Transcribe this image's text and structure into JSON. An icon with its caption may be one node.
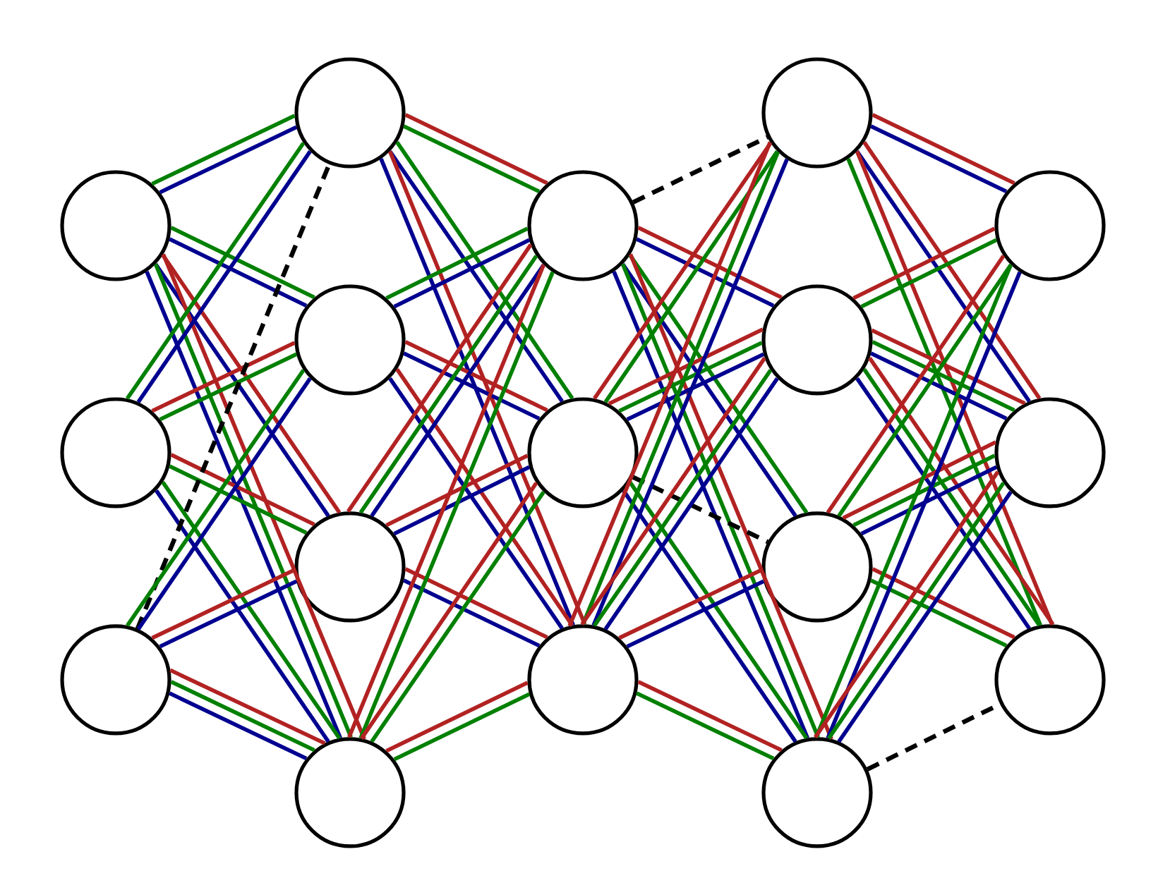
{
  "diagram": {
    "nodes": [
      {
        "text": [],
        "shape": "circle"
      },
      {
        "text": [],
        "shape": "circle"
      },
      {
        "text": [],
        "shape": "circle"
      },
      {
        "text": [],
        "shape": "circle"
      },
      {
        "text": [],
        "shape": "circle"
      },
      {
        "text": [],
        "shape": "circle"
      },
      {
        "text": [],
        "shape": "circle"
      },
      {
        "text": [],
        "shape": "circle"
      },
      {
        "text": [],
        "shape": "circle"
      },
      {
        "text": [],
        "shape": "circle"
      },
      {
        "text": [],
        "shape": "circle"
      },
      {
        "text": [],
        "shape": "circle"
      },
      {
        "text": [],
        "shape": "circle"
      },
      {
        "text": [],
        "shape": "circle"
      },
      {
        "text": [],
        "shape": "circle"
      },
      {
        "text": [],
        "shape": "circle"
      },
      {
        "text": [],
        "shape": "circle"
      }
    ],
    "edges": [
      {
        "from": 0,
        "to": 3,
        "arrow": "none",
        "color": "#000090"
      },
      {
        "from": 0,
        "to": 3,
        "arrow": "none",
        "color": "#008000"
      },
      {
        "from": 0,
        "to": 4,
        "arrow": "none",
        "color": "#000090"
      },
      {
        "from": 0,
        "to": 4,
        "arrow": "none",
        "color": "#008000"
      },
      {
        "from": 0,
        "to": 5,
        "arrow": "none",
        "color": "#000090"
      },
      {
        "from": 0,
        "to": 5,
        "arrow": "none",
        "color": "#b22222"
      },
      {
        "from": 0,
        "to": 6,
        "arrow": "none",
        "color": "#000090"
      },
      {
        "from": 0,
        "to": 6,
        "arrow": "none",
        "color": "#008000"
      },
      {
        "from": 0,
        "to": 6,
        "arrow": "none",
        "color": "#b22222"
      },
      {
        "from": 1,
        "to": 3,
        "arrow": "none",
        "color": "#000090"
      },
      {
        "from": 1,
        "to": 3,
        "arrow": "none",
        "color": "#008000"
      },
      {
        "from": 1,
        "to": 4,
        "arrow": "none",
        "color": "#008000"
      },
      {
        "from": 1,
        "to": 4,
        "arrow": "none",
        "color": "#b22222"
      },
      {
        "from": 1,
        "to": 5,
        "arrow": "none",
        "color": "#008000"
      },
      {
        "from": 1,
        "to": 5,
        "arrow": "none",
        "color": "#b22222"
      },
      {
        "from": 1,
        "to": 6,
        "arrow": "none",
        "color": "#000090"
      },
      {
        "from": 1,
        "to": 6,
        "arrow": "none",
        "color": "#008000"
      },
      {
        "from": 2,
        "to": 3,
        "arrow": "none",
        "style": "dashed",
        "color": "#000000"
      },
      {
        "from": 2,
        "to": 4,
        "arrow": "none",
        "color": "#000090"
      },
      {
        "from": 2,
        "to": 4,
        "arrow": "none",
        "color": "#008000"
      },
      {
        "from": 2,
        "to": 5,
        "arrow": "none",
        "color": "#000090"
      },
      {
        "from": 2,
        "to": 5,
        "arrow": "none",
        "color": "#b22222"
      },
      {
        "from": 2,
        "to": 6,
        "arrow": "none",
        "color": "#000090"
      },
      {
        "from": 2,
        "to": 6,
        "arrow": "none",
        "color": "#008000"
      },
      {
        "from": 2,
        "to": 6,
        "arrow": "none",
        "color": "#b22222"
      },
      {
        "from": 3,
        "to": 7,
        "arrow": "none",
        "color": "#008000"
      },
      {
        "from": 3,
        "to": 7,
        "arrow": "none",
        "color": "#b22222"
      },
      {
        "from": 3,
        "to": 8,
        "arrow": "none",
        "color": "#000090"
      },
      {
        "from": 3,
        "to": 8,
        "arrow": "none",
        "color": "#008000"
      },
      {
        "from": 3,
        "to": 9,
        "arrow": "none",
        "color": "#000090"
      },
      {
        "from": 3,
        "to": 9,
        "arrow": "none",
        "color": "#b22222"
      },
      {
        "from": 4,
        "to": 7,
        "arrow": "none",
        "color": "#000090"
      },
      {
        "from": 4,
        "to": 7,
        "arrow": "none",
        "color": "#008000"
      },
      {
        "from": 4,
        "to": 8,
        "arrow": "none",
        "color": "#000090"
      },
      {
        "from": 4,
        "to": 8,
        "arrow": "none",
        "color": "#b22222"
      },
      {
        "from": 4,
        "to": 9,
        "arrow": "none",
        "color": "#000090"
      },
      {
        "from": 4,
        "to": 9,
        "arrow": "none",
        "color": "#b22222"
      },
      {
        "from": 5,
        "to": 7,
        "arrow": "none",
        "color": "#000090"
      },
      {
        "from": 5,
        "to": 7,
        "arrow": "none",
        "color": "#008000"
      },
      {
        "from": 5,
        "to": 7,
        "arrow": "none",
        "color": "#b22222"
      },
      {
        "from": 5,
        "to": 8,
        "arrow": "none",
        "color": "#000090"
      },
      {
        "from": 5,
        "to": 8,
        "arrow": "none",
        "color": "#b22222"
      },
      {
        "from": 5,
        "to": 9,
        "arrow": "none",
        "color": "#000090"
      },
      {
        "from": 5,
        "to": 9,
        "arrow": "none",
        "color": "#b22222"
      },
      {
        "from": 6,
        "to": 7,
        "arrow": "none",
        "color": "#008000"
      },
      {
        "from": 6,
        "to": 7,
        "arrow": "none",
        "color": "#b22222"
      },
      {
        "from": 6,
        "to": 8,
        "arrow": "none",
        "color": "#008000"
      },
      {
        "from": 6,
        "to": 8,
        "arrow": "none",
        "color": "#b22222"
      },
      {
        "from": 6,
        "to": 9,
        "arrow": "none",
        "color": "#008000"
      },
      {
        "from": 6,
        "to": 9,
        "arrow": "none",
        "color": "#b22222"
      },
      {
        "from": 7,
        "to": 10,
        "arrow": "none",
        "style": "dashed",
        "color": "#000000"
      },
      {
        "from": 7,
        "to": 11,
        "arrow": "none",
        "color": "#000090"
      },
      {
        "from": 7,
        "to": 11,
        "arrow": "none",
        "color": "#b22222"
      },
      {
        "from": 7,
        "to": 12,
        "arrow": "none",
        "color": "#000090"
      },
      {
        "from": 7,
        "to": 12,
        "arrow": "none",
        "color": "#008000"
      },
      {
        "from": 7,
        "to": 13,
        "arrow": "none",
        "color": "#000090"
      },
      {
        "from": 7,
        "to": 13,
        "arrow": "none",
        "color": "#008000"
      },
      {
        "from": 7,
        "to": 13,
        "arrow": "none",
        "color": "#b22222"
      },
      {
        "from": 8,
        "to": 10,
        "arrow": "none",
        "color": "#008000"
      },
      {
        "from": 8,
        "to": 10,
        "arrow": "none",
        "color": "#b22222"
      },
      {
        "from": 8,
        "to": 11,
        "arrow": "none",
        "color": "#000090"
      },
      {
        "from": 8,
        "to": 11,
        "arrow": "none",
        "color": "#008000"
      },
      {
        "from": 8,
        "to": 11,
        "arrow": "none",
        "color": "#b22222"
      },
      {
        "from": 8,
        "to": 12,
        "arrow": "none",
        "style": "dashed",
        "color": "#000000"
      },
      {
        "from": 8,
        "to": 13,
        "arrow": "none",
        "color": "#000090"
      },
      {
        "from": 8,
        "to": 13,
        "arrow": "none",
        "color": "#008000"
      },
      {
        "from": 9,
        "to": 10,
        "arrow": "none",
        "color": "#000090"
      },
      {
        "from": 9,
        "to": 10,
        "arrow": "none",
        "color": "#008000"
      },
      {
        "from": 9,
        "to": 10,
        "arrow": "none",
        "color": "#b22222"
      },
      {
        "from": 9,
        "to": 11,
        "arrow": "none",
        "color": "#000090"
      },
      {
        "from": 9,
        "to": 11,
        "arrow": "none",
        "color": "#008000"
      },
      {
        "from": 9,
        "to": 11,
        "arrow": "none",
        "color": "#b22222"
      },
      {
        "from": 9,
        "to": 12,
        "arrow": "none",
        "color": "#000090"
      },
      {
        "from": 9,
        "to": 12,
        "arrow": "none",
        "color": "#b22222"
      },
      {
        "from": 9,
        "to": 13,
        "arrow": "none",
        "color": "#008000"
      },
      {
        "from": 9,
        "to": 13,
        "arrow": "none",
        "color": "#b22222"
      },
      {
        "from": 10,
        "to": 14,
        "arrow": "none",
        "color": "#000090"
      },
      {
        "from": 10,
        "to": 14,
        "arrow": "none",
        "color": "#b22222"
      },
      {
        "from": 10,
        "to": 15,
        "arrow": "none",
        "color": "#000090"
      },
      {
        "from": 10,
        "to": 15,
        "arrow": "none",
        "color": "#b22222"
      },
      {
        "from": 10,
        "to": 16,
        "arrow": "none",
        "color": "#008000"
      },
      {
        "from": 10,
        "to": 16,
        "arrow": "none",
        "color": "#b22222"
      },
      {
        "from": 11,
        "to": 14,
        "arrow": "none",
        "color": "#008000"
      },
      {
        "from": 11,
        "to": 14,
        "arrow": "none",
        "color": "#b22222"
      },
      {
        "from": 11,
        "to": 15,
        "arrow": "none",
        "color": "#000090"
      },
      {
        "from": 11,
        "to": 15,
        "arrow": "none",
        "color": "#008000"
      },
      {
        "from": 11,
        "to": 15,
        "arrow": "none",
        "color": "#b22222"
      },
      {
        "from": 11,
        "to": 16,
        "arrow": "none",
        "color": "#000090"
      },
      {
        "from": 11,
        "to": 16,
        "arrow": "none",
        "color": "#008000"
      },
      {
        "from": 11,
        "to": 16,
        "arrow": "none",
        "color": "#b22222"
      },
      {
        "from": 12,
        "to": 14,
        "arrow": "none",
        "color": "#008000"
      },
      {
        "from": 12,
        "to": 14,
        "arrow": "none",
        "color": "#b22222"
      },
      {
        "from": 12,
        "to": 15,
        "arrow": "none",
        "color": "#000090"
      },
      {
        "from": 12,
        "to": 15,
        "arrow": "none",
        "color": "#008000"
      },
      {
        "from": 12,
        "to": 15,
        "arrow": "none",
        "color": "#b22222"
      },
      {
        "from": 12,
        "to": 16,
        "arrow": "none",
        "color": "#008000"
      },
      {
        "from": 12,
        "to": 16,
        "arrow": "none",
        "color": "#b22222"
      },
      {
        "from": 13,
        "to": 14,
        "arrow": "none",
        "color": "#000090"
      },
      {
        "from": 13,
        "to": 14,
        "arrow": "none",
        "color": "#008000"
      },
      {
        "from": 13,
        "to": 15,
        "arrow": "none",
        "color": "#000090"
      },
      {
        "from": 13,
        "to": 15,
        "arrow": "none",
        "color": "#008000"
      },
      {
        "from": 13,
        "to": 15,
        "arrow": "none",
        "color": "#b22222"
      },
      {
        "from": 13,
        "to": 16,
        "arrow": "none",
        "style": "dashed",
        "color": "#000000"
      }
    ]
  }
}
